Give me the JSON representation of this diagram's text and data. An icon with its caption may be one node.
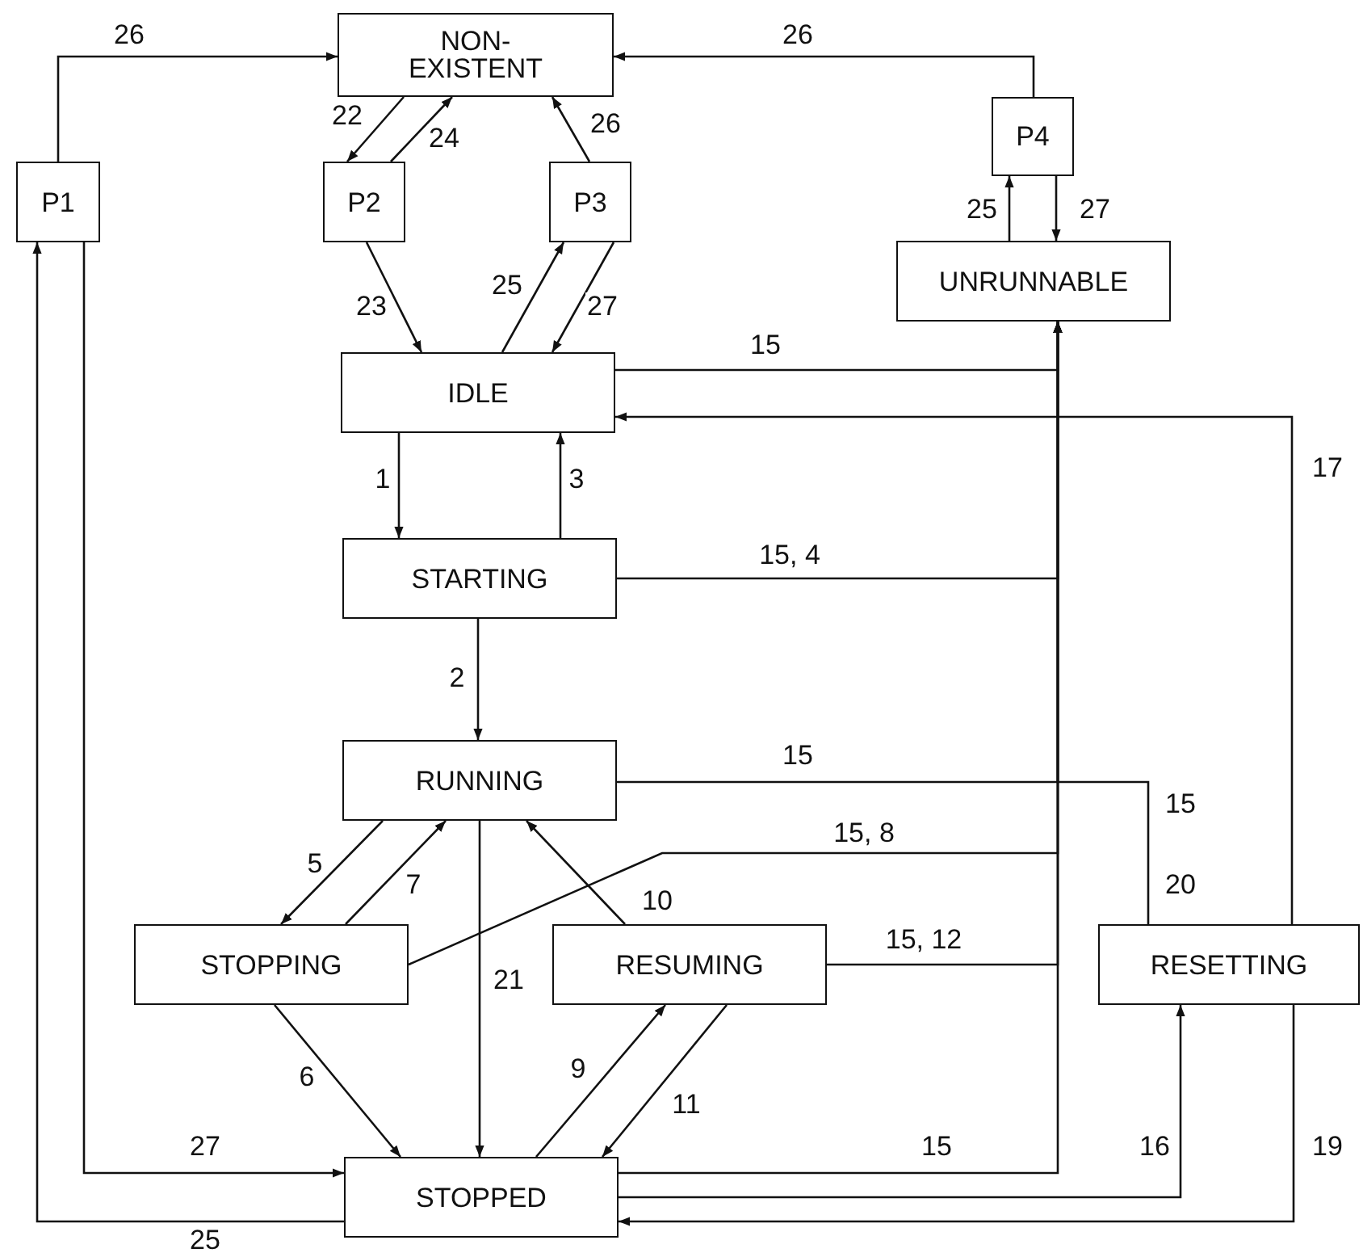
{
  "diagram": {
    "nodes": [
      {
        "text": [
          "NON- EXISTENT"
        ]
      },
      {
        "text": [
          "P1"
        ]
      },
      {
        "text": [
          "P2"
        ]
      },
      {
        "text": [
          "P3"
        ]
      },
      {
        "text": [
          "P4"
        ]
      },
      {
        "text": [
          "UNRUNNABLE"
        ]
      },
      {
        "text": [
          "IDLE"
        ]
      },
      {
        "text": [
          "STARTING"
        ]
      },
      {
        "text": [
          "RUNNING"
        ]
      },
      {
        "text": [
          "STOPPING"
        ]
      },
      {
        "text": [
          "RESUMING"
        ]
      },
      {
        "text": [
          "RESETTING"
        ]
      },
      {
        "text": [
          "STOPPED"
        ]
      }
    ],
    "edges": [
      {
        "from": 1,
        "to": 0,
        "arrow": "to",
        "label": "26"
      },
      {
        "from": 0,
        "to": 2,
        "arrow": "to",
        "label": "22"
      },
      {
        "from": 2,
        "to": 0,
        "arrow": "to",
        "label": "24"
      },
      {
        "from": 3,
        "to": 0,
        "arrow": "to",
        "label": "26"
      },
      {
        "from": 4,
        "to": 0,
        "arrow": "to",
        "label": "26"
      },
      {
        "from": 2,
        "to": 6,
        "arrow": "to",
        "label": "23"
      },
      {
        "from": 6,
        "to": 3,
        "arrow": "to",
        "label": "25"
      },
      {
        "from": 3,
        "to": 6,
        "arrow": "to",
        "label": "27"
      },
      {
        "from": 5,
        "to": 4,
        "arrow": "to",
        "label": "25"
      },
      {
        "from": 4,
        "to": 5,
        "arrow": "to",
        "label": "27"
      },
      {
        "from": 6,
        "to": 5,
        "arrow": "to",
        "label": "15"
      },
      {
        "from": 11,
        "to": 6,
        "arrow": "to",
        "label": "17"
      },
      {
        "from": 6,
        "to": 7,
        "arrow": "to",
        "label": "1"
      },
      {
        "from": 7,
        "to": 6,
        "arrow": "to",
        "label": "3"
      },
      {
        "from": 7,
        "to": 5,
        "arrow": "to",
        "label": "15, 4"
      },
      {
        "from": 7,
        "to": 8,
        "arrow": "to",
        "label": "2"
      },
      {
        "from": 8,
        "to": 5,
        "arrow": "to",
        "label": "15"
      },
      {
        "from": 8,
        "to": 9,
        "arrow": "to",
        "label": "5"
      },
      {
        "from": 9,
        "to": 8,
        "arrow": "to",
        "label": "7"
      },
      {
        "from": 9,
        "to": 5,
        "arrow": "to",
        "label": "15, 8"
      },
      {
        "from": 10,
        "to": 8,
        "arrow": "to",
        "label": "10"
      },
      {
        "from": 8,
        "to": 12,
        "arrow": "to",
        "label": "21"
      },
      {
        "from": 10,
        "to": 5,
        "arrow": "to",
        "label": "15, 12"
      },
      {
        "from": 9,
        "to": 12,
        "arrow": "to",
        "label": "6"
      },
      {
        "from": 12,
        "to": 10,
        "arrow": "to",
        "label": "9"
      },
      {
        "from": 10,
        "to": 12,
        "arrow": "to",
        "label": "11"
      },
      {
        "from": 1,
        "to": 12,
        "arrow": "to",
        "label": "27"
      },
      {
        "from": 12,
        "to": 1,
        "arrow": "to",
        "label": "25"
      },
      {
        "from": 12,
        "to": 5,
        "arrow": "to",
        "label": "15"
      },
      {
        "from": 12,
        "to": 11,
        "arrow": "to",
        "label": "16"
      },
      {
        "from": 11,
        "to": 12,
        "arrow": "to",
        "label": "19"
      },
      {
        "from": 11,
        "to": 5,
        "arrow": "to",
        "label": "15"
      }
    ],
    "labels": [
      "20"
    ]
  }
}
